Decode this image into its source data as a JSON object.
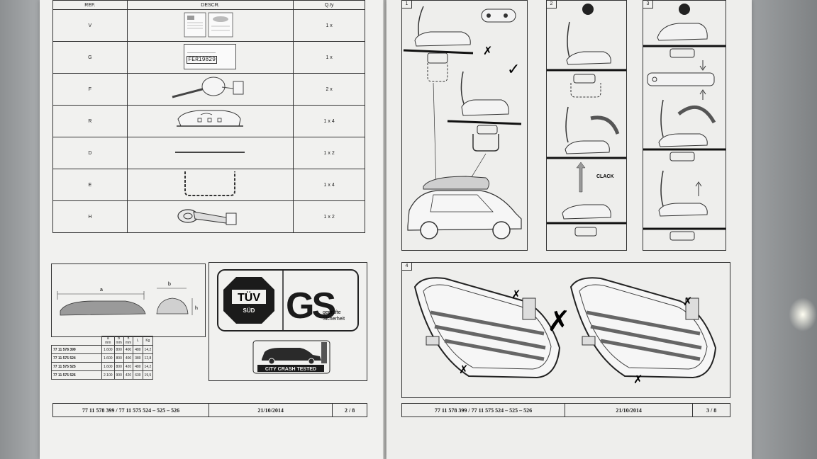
{
  "parts_table": {
    "headers": {
      "ref": "REF.",
      "descr": "DESCR.",
      "qty": "Q.ty"
    },
    "rows": [
      {
        "ref": "V",
        "qty": "1 x"
      },
      {
        "ref": "G",
        "qty": "1 x",
        "label_code": "FER19829"
      },
      {
        "ref": "F",
        "qty": "2 x"
      },
      {
        "ref": "R",
        "qty": "1 x 4"
      },
      {
        "ref": "D",
        "qty": "1 x 2"
      },
      {
        "ref": "E",
        "qty": "1 x 4"
      },
      {
        "ref": "H",
        "qty": "1 x 2"
      }
    ]
  },
  "dimensions": {
    "a": "a",
    "b": "b",
    "h": "h"
  },
  "spec_table": {
    "headers": [
      {
        "top": "a",
        "unit": "mm"
      },
      {
        "top": "b",
        "unit": "mm"
      },
      {
        "top": "h",
        "unit": "mm"
      },
      {
        "top": "L",
        "unit": ""
      },
      {
        "top": "Kg",
        "unit": ""
      }
    ],
    "rows": [
      {
        "code": "77 11 578 399",
        "values": [
          "1.600",
          "800",
          "400",
          "480",
          "14,2"
        ]
      },
      {
        "code": "77 11 575 524",
        "values": [
          "1.600",
          "800",
          "400",
          "380",
          "12,8"
        ]
      },
      {
        "code": "77 11 575 525",
        "values": [
          "1.600",
          "800",
          "420",
          "480",
          "14,2"
        ]
      },
      {
        "code": "77 11 575 526",
        "values": [
          "2.100",
          "900",
          "420",
          "630",
          "19,5"
        ]
      }
    ]
  },
  "certification": {
    "tuv_top": "TÜV",
    "tuv_bottom": "SÜD",
    "gs_mark": "GS",
    "gs_line1": "geprüfte",
    "gs_line2": "Sicherheit",
    "crash_label": "CITY CRASH TESTED"
  },
  "footer_left": {
    "codes": "77 11 578 399 / 77 11 575 524 – 525 – 526",
    "date": "21/10/2014",
    "page": "2 / 8"
  },
  "footer_right": {
    "codes": "77 11 578 399 / 77 11 575 524 – 525 – 526",
    "date": "21/10/2014",
    "page": "3 / 8"
  },
  "steps": {
    "step1": "1",
    "step2": "2",
    "step3": "3",
    "step4": "4",
    "clack_label": "CLACK"
  }
}
